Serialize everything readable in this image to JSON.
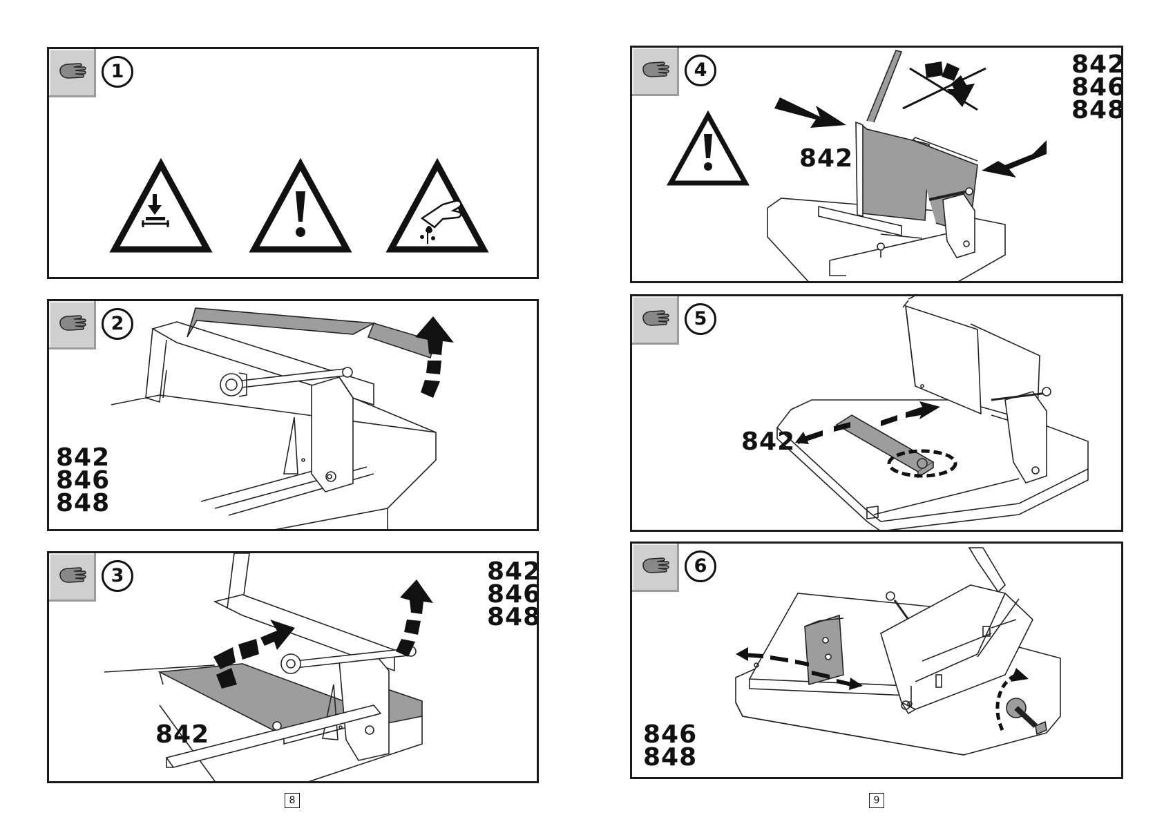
{
  "panels": [
    {
      "step": "1",
      "models": [],
      "warnings": [
        "crush-warning-icon",
        "general-warning-icon",
        "hand-hazard-icon"
      ]
    },
    {
      "step": "2",
      "models": [
        "842",
        "846",
        "848"
      ]
    },
    {
      "step": "3",
      "models": [
        "842",
        "846",
        "848"
      ],
      "label": "842"
    },
    {
      "step": "4",
      "models": [
        "842",
        "846",
        "848"
      ],
      "label": "842"
    },
    {
      "step": "5",
      "models": [],
      "label": "842"
    },
    {
      "step": "6",
      "models": [
        "846",
        "848"
      ]
    }
  ],
  "pages": {
    "left": "8",
    "right": "9"
  },
  "colors": {
    "icon_bg": "#cfcfcf",
    "part_fill": "#9d9d9d",
    "line": "#1a1a1a"
  }
}
